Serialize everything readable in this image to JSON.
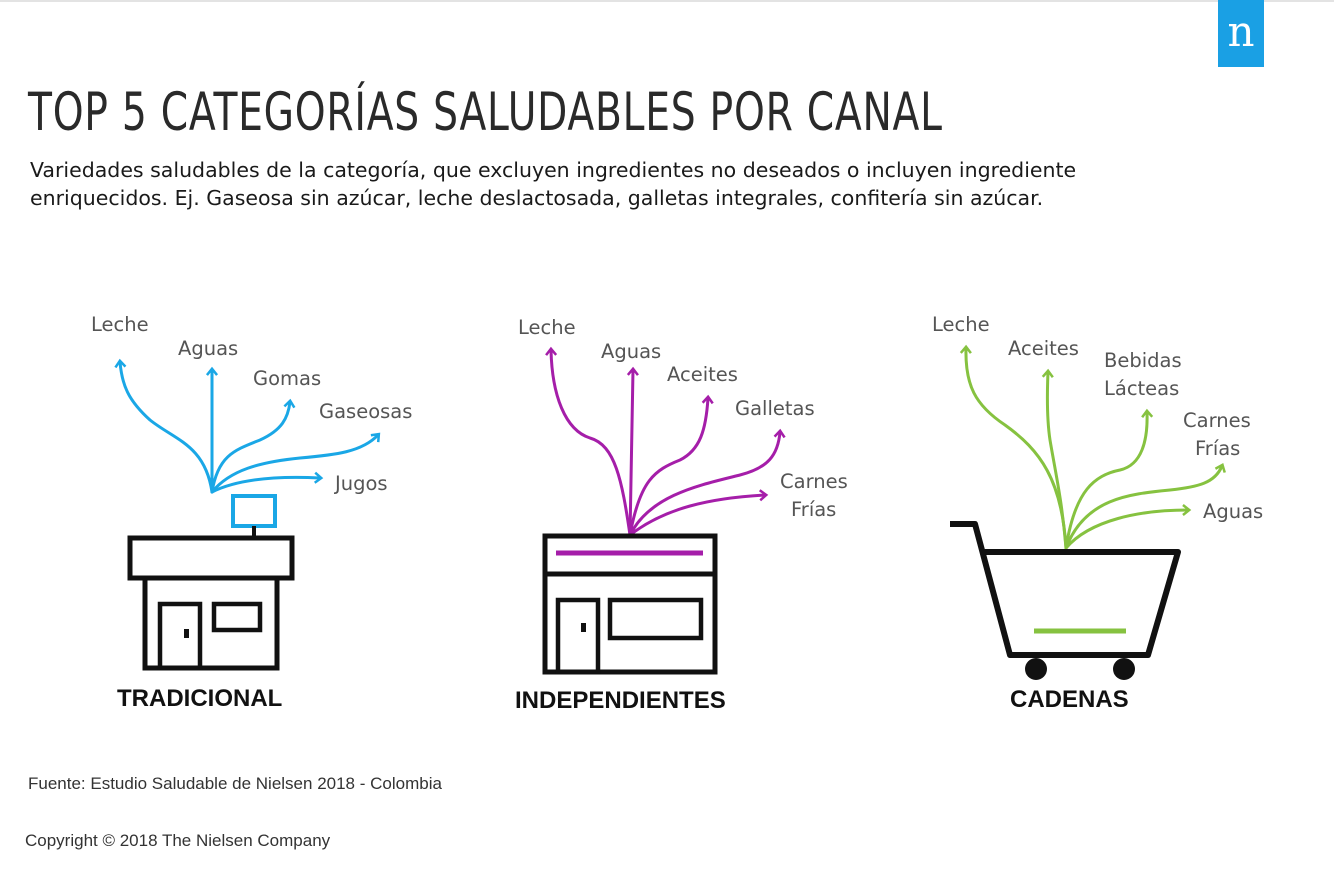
{
  "logo": {
    "letter": "n",
    "color": "#1aa0e4"
  },
  "title": "TOP 5 CATEGORÍAS SALUDABLES POR CANAL",
  "subtitle": {
    "line1": "Variedades saludables de la categoría, que excluyen ingredientes no deseados o incluyen ingrediente",
    "line2": "enriquecidos. Ej. Gaseosa sin azúcar, leche deslactosada, galletas integrales, confitería sin azúcar."
  },
  "channels": [
    {
      "label": "TRADICIONAL",
      "icon": "store-kiosk-icon",
      "color": "#1aa7e6",
      "categories": [
        [
          "Leche"
        ],
        [
          "Aguas"
        ],
        [
          "Gomas"
        ],
        [
          "Gaseosas"
        ],
        [
          "Jugos"
        ]
      ]
    },
    {
      "label": "INDEPENDIENTES",
      "icon": "storefront-icon",
      "color": "#a51ea9",
      "categories": [
        [
          "Leche"
        ],
        [
          "Aguas"
        ],
        [
          "Aceites"
        ],
        [
          "Galletas"
        ],
        [
          "Carnes",
          "Frías"
        ]
      ]
    },
    {
      "label": "CADENAS",
      "icon": "shopping-cart-icon",
      "color": "#86c240",
      "categories": [
        [
          "Leche"
        ],
        [
          "Aceites"
        ],
        [
          "Bebidas",
          "Lácteas"
        ],
        [
          "Carnes",
          "Frías"
        ],
        [
          "Aguas"
        ]
      ]
    }
  ],
  "source": "Fuente: Estudio Saludable de Nielsen 2018 - Colombia",
  "copyright": "Copyright  © 2018 The Nielsen  Company"
}
